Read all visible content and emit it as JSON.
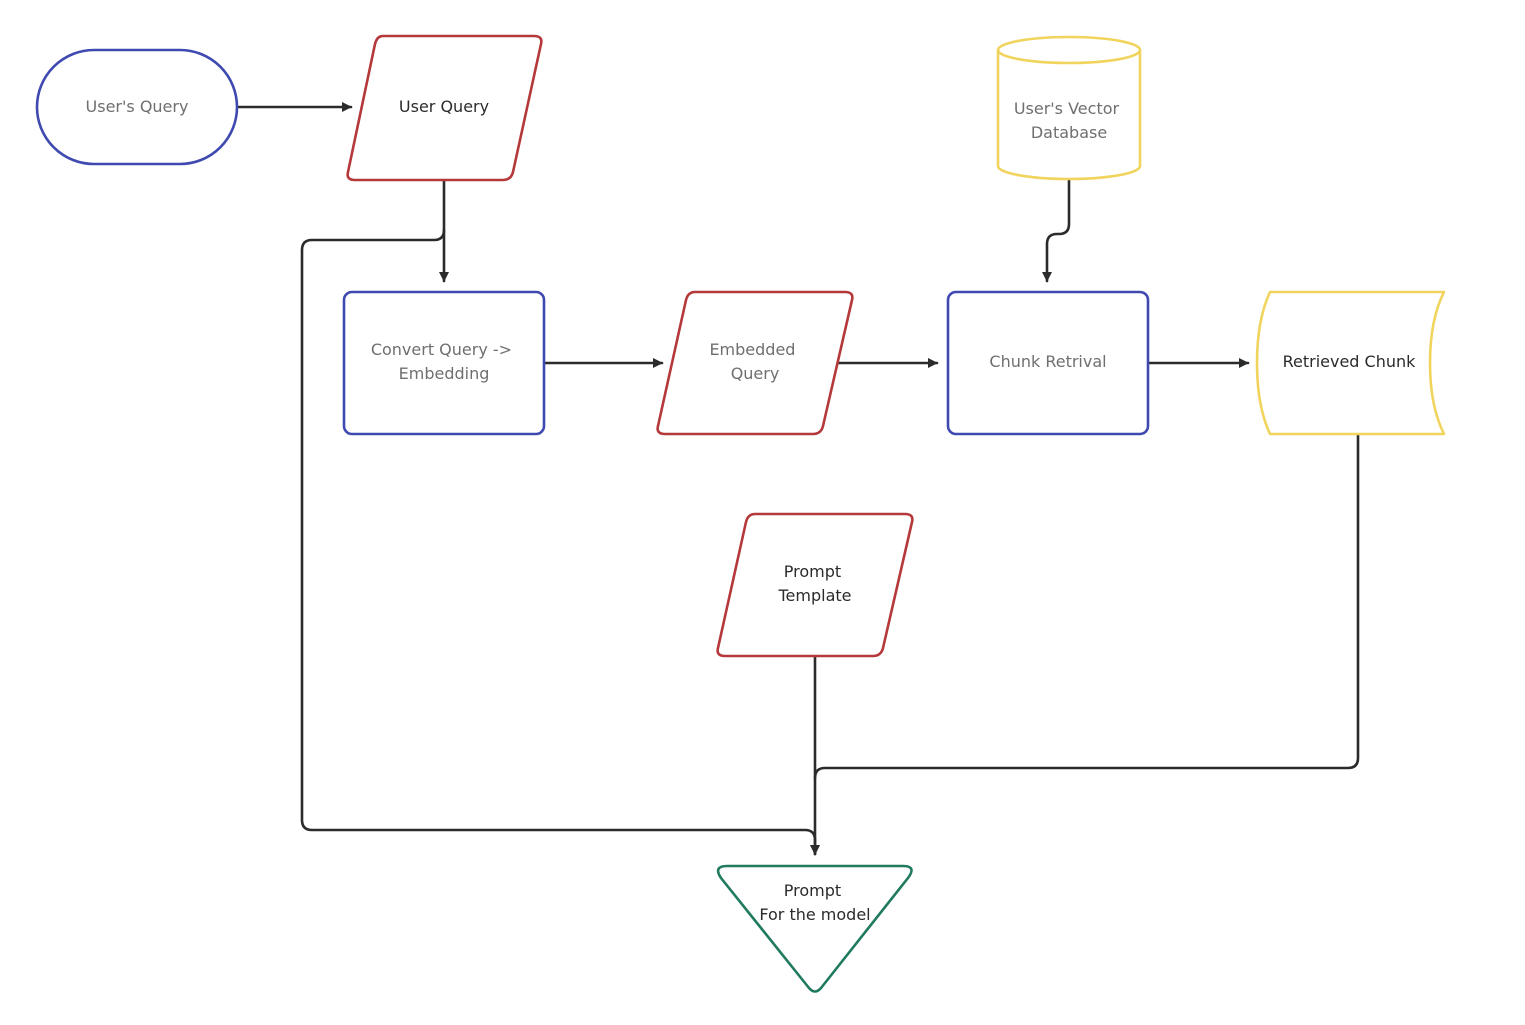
{
  "colors": {
    "background": "#ffffff",
    "edge": "#2b2b2b",
    "process": "#3f4ab0",
    "data": "#b5383a",
    "storage": "#f1d45e",
    "output": "#1f7a5f",
    "text_dark": "#2b2b2b",
    "text_muted": "#6f6f6f"
  },
  "nodes": {
    "users_query_start": {
      "lines": [
        "User's Query"
      ],
      "shape": "terminal"
    },
    "user_query": {
      "lines": [
        "User Query"
      ],
      "shape": "data"
    },
    "vector_database": {
      "lines": [
        "User's Vector",
        "Database"
      ],
      "shape": "database"
    },
    "convert_query": {
      "lines": [
        "Convert Query ->",
        "Embedding"
      ],
      "shape": "process"
    },
    "embedded_query": {
      "lines": [
        "Embedded",
        "Query"
      ],
      "shape": "data"
    },
    "chunk_retrival": {
      "lines": [
        "Chunk Retrival"
      ],
      "shape": "process"
    },
    "retrieved_chunk": {
      "lines": [
        "Retrieved Chunk"
      ],
      "shape": "stored-data"
    },
    "prompt_template": {
      "lines": [
        "Prompt",
        "Template"
      ],
      "shape": "data"
    },
    "prompt_for_model": {
      "lines": [
        "Prompt",
        "For the model"
      ],
      "shape": "merge"
    }
  },
  "edges": [
    {
      "from": "users_query_start",
      "to": "user_query"
    },
    {
      "from": "user_query",
      "to": "convert_query"
    },
    {
      "from": "user_query",
      "to": "prompt_for_model"
    },
    {
      "from": "convert_query",
      "to": "embedded_query"
    },
    {
      "from": "embedded_query",
      "to": "chunk_retrival"
    },
    {
      "from": "vector_database",
      "to": "chunk_retrival"
    },
    {
      "from": "chunk_retrival",
      "to": "retrieved_chunk"
    },
    {
      "from": "retrieved_chunk",
      "to": "prompt_for_model"
    },
    {
      "from": "prompt_template",
      "to": "prompt_for_model"
    }
  ]
}
